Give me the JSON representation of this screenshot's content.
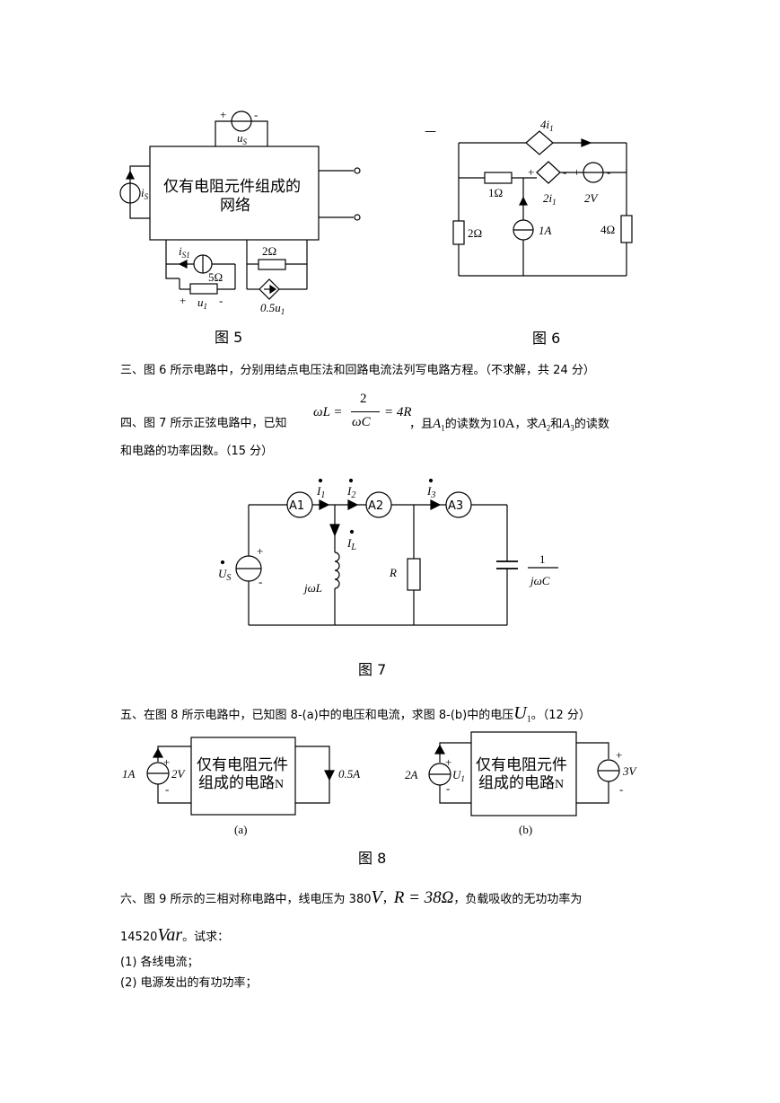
{
  "fig5": {
    "box_line1": "仅有电阻元件组成的",
    "box_line2": "网络",
    "us": "u",
    "us_sub": "S",
    "is": "i",
    "is_sub": "S",
    "is1": "i",
    "is1_sub": "S1",
    "r2": "2Ω",
    "r5": "5Ω",
    "u1": "u",
    "u1_sub": "1",
    "dep": "0.5u",
    "dep_sub": "1",
    "plus": "+",
    "minus": "-",
    "caption": "图 5"
  },
  "fig6": {
    "dash": "—",
    "dep_top": "4i",
    "dep_top_sub": "1",
    "r1": "1Ω",
    "dep_mid": "2i",
    "dep_mid_sub": "1",
    "v2": "2V",
    "r2": "2Ω",
    "a1": "1A",
    "r4": "4Ω",
    "caption": "图 6"
  },
  "q3": "三、图 6 所示电路中，分别用结点电压法和回路电流法列写电路方程。（不求解，共 24 分）",
  "q4": {
    "prefix": "四、图 7 所示正弦电路中，已知",
    "eq_left": "ωL =",
    "eq_num": "2",
    "eq_den": "ωC",
    "eq_right": "= 4R",
    "mid1": "，且",
    "a1": "A",
    "a1_sub": "1",
    "mid2": "的读数为",
    "reading": "10A",
    "mid3": "，求",
    "a2": "A",
    "a2_sub": "2",
    "and": "和",
    "a3": "A",
    "a3_sub": "3",
    "suffix": "的读数",
    "line2": "和电路的功率因数。（15 分）"
  },
  "fig7": {
    "A1": "A1",
    "A2": "A2",
    "A3": "A3",
    "I1": "I",
    "I1_sub": "1",
    "I2": "I",
    "I2_sub": "2",
    "I3": "I",
    "I3_sub": "3",
    "IL": "I",
    "IL_sub": "L",
    "Us": "U",
    "Us_sub": "S",
    "jwL": "jωL",
    "R": "R",
    "cap_num": "1",
    "cap_den": "jωC",
    "caption": "图 7"
  },
  "q5": {
    "text": "五、在图 8 所示电路中，已知图 8-(a)中的电压和电流，求图 8-(b)中的电压",
    "var": "U",
    "var_sub": "1",
    "suffix": "。（12 分）"
  },
  "fig8": {
    "box_line1": "仅有电阻元件",
    "box_line2": "组成的电路",
    "box_n": "N",
    "a_src": "1A",
    "a_v": "2V",
    "a_i": "0.5A",
    "a_label": "(a)",
    "b_src": "2A",
    "b_u": "U",
    "b_u_sub": "1",
    "b_v": "3V",
    "b_label": "(b)",
    "caption": "图 8"
  },
  "q6": {
    "prefix": "六、图 9 所示的三相对称电路中，线电压为 380",
    "V": "V",
    "comma": "，",
    "R_eq": "R = 38Ω",
    "mid": "，负载吸收的无功功率为",
    "line2_num": "14520",
    "var": "Var",
    "line2_suffix": "。试求：",
    "item1": "(1)  各线电流；",
    "item2": "(2)  电源发出的有功功率；"
  }
}
